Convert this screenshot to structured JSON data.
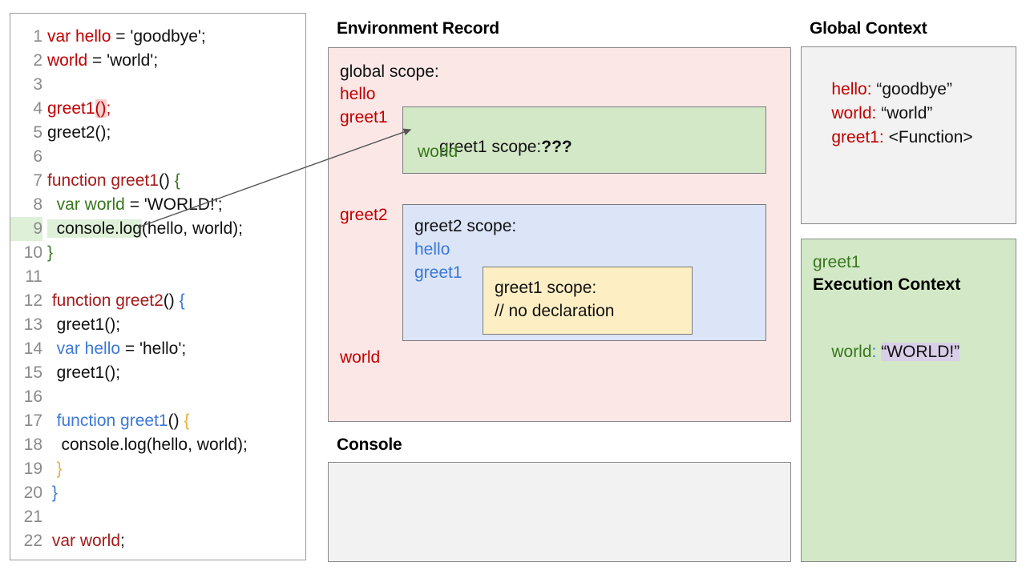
{
  "code_panel": {
    "lines": [
      {
        "n": "1",
        "tokens": [
          {
            "t": "var hello",
            "c": "kw-red"
          },
          {
            "t": " = 'goodbye';",
            "c": ""
          }
        ]
      },
      {
        "n": "2",
        "tokens": [
          {
            "t": "world",
            "c": "kw-red"
          },
          {
            "t": " = 'world';",
            "c": ""
          }
        ]
      },
      {
        "n": "3",
        "tokens": []
      },
      {
        "n": "4",
        "tokens": [
          {
            "t": "greet1",
            "c": "kw-red"
          },
          {
            "t": "()",
            "c": "hl-pink kw-red"
          },
          {
            "t": ";",
            "c": "kw-red"
          }
        ]
      },
      {
        "n": "5",
        "tokens": [
          {
            "t": "greet2();",
            "c": ""
          }
        ]
      },
      {
        "n": "6",
        "tokens": []
      },
      {
        "n": "7",
        "tokens": [
          {
            "t": "function greet1",
            "c": "kw-darkred"
          },
          {
            "t": "() ",
            "c": ""
          },
          {
            "t": "{",
            "c": "kw-curly-green"
          }
        ]
      },
      {
        "n": "8",
        "tokens": [
          {
            "t": "  var world",
            "c": "kw-green"
          },
          {
            "t": " = 'WORLD!';",
            "c": ""
          }
        ]
      },
      {
        "n": "9",
        "tokens": [
          {
            "t": "  console.log",
            "c": "hl-green"
          },
          {
            "t": "(hello, world);",
            "c": ""
          }
        ],
        "hl": true
      },
      {
        "n": "10",
        "tokens": [
          {
            "t": "}",
            "c": "kw-curly-green"
          }
        ]
      },
      {
        "n": "11",
        "tokens": []
      },
      {
        "n": "12",
        "tokens": [
          {
            "t": " function greet2",
            "c": "kw-darkred"
          },
          {
            "t": "() ",
            "c": ""
          },
          {
            "t": "{",
            "c": "kw-curly-blue"
          }
        ]
      },
      {
        "n": "13",
        "tokens": [
          {
            "t": "  greet1();",
            "c": ""
          }
        ]
      },
      {
        "n": "14",
        "tokens": [
          {
            "t": "  var hello",
            "c": "kw-blue"
          },
          {
            "t": " = 'hello';",
            "c": ""
          }
        ]
      },
      {
        "n": "15",
        "tokens": [
          {
            "t": "  greet1();",
            "c": ""
          }
        ]
      },
      {
        "n": "16",
        "tokens": []
      },
      {
        "n": "17",
        "tokens": [
          {
            "t": "  function greet1",
            "c": "kw-blue"
          },
          {
            "t": "() ",
            "c": ""
          },
          {
            "t": "{",
            "c": "kw-curly-yellow"
          }
        ]
      },
      {
        "n": "18",
        "tokens": [
          {
            "t": "   console.log(hello, world);",
            "c": ""
          }
        ]
      },
      {
        "n": "19",
        "tokens": [
          {
            "t": "  }",
            "c": "kw-curly-yellow"
          }
        ]
      },
      {
        "n": "20",
        "tokens": [
          {
            "t": " }",
            "c": "kw-curly-blue"
          }
        ]
      },
      {
        "n": "21",
        "tokens": []
      },
      {
        "n": "22",
        "tokens": [
          {
            "t": " var world",
            "c": "kw-darkred"
          },
          {
            "t": ";",
            "c": ""
          }
        ]
      }
    ]
  },
  "environment_record": {
    "title": "Environment Record",
    "global_scope_label": "global scope:",
    "global_bindings": [
      "hello",
      "greet1",
      "greet2",
      "world"
    ],
    "greet1_scope": {
      "title_plain": "greet1 scope:",
      "title_bold": "???",
      "bindings": [
        "world"
      ]
    },
    "greet2_scope": {
      "title": "greet2 scope:",
      "bindings": [
        "hello",
        "greet1"
      ],
      "inner_greet1_scope": {
        "title": "greet1 scope:",
        "note": "// no declaration"
      }
    }
  },
  "console": {
    "title": "Console",
    "output": ""
  },
  "global_context": {
    "title": "Global Context",
    "rows": [
      {
        "key": "hello:",
        "value": " “goodbye”"
      },
      {
        "key": "world:",
        "value": " “world”"
      },
      {
        "key": "greet1:",
        "value": " <Function>"
      }
    ]
  },
  "execution_context": {
    "function_name": "greet1",
    "heading": "Execution Context",
    "variable_key": "world",
    "variable_colon": ": ",
    "variable_value": "“WORLD!”"
  },
  "colors": {
    "env_record_bg": "#fce7e7",
    "greet1_scope_bg": "#d3e8c6",
    "greet2_scope_bg": "#dbe5f7",
    "inner_scope_bg": "#fdeec3",
    "console_bg": "#f2f2f2",
    "global_context_bg": "#f2f2f2",
    "execution_context_bg": "#d3e8c6",
    "red_token": "#c00000",
    "green_token": "#38761d",
    "blue_token": "#3c78d8",
    "value_highlight": "#d9cfe8"
  }
}
